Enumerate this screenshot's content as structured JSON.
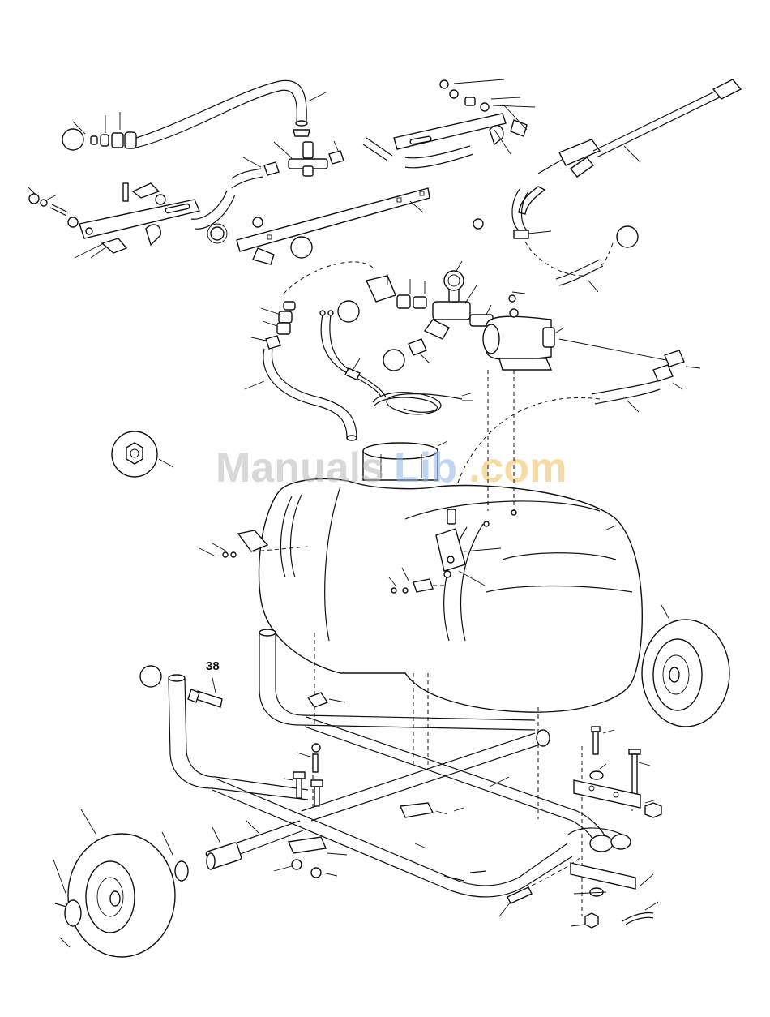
{
  "callout": {
    "part_38": "38"
  },
  "watermark": {
    "part1": "Manuals",
    "part2": "Lib",
    "part3": ".com"
  },
  "colors": {
    "line": "#111111",
    "watermark_gray": "#b9b9b9",
    "watermark_blue": "#8fb7e6",
    "watermark_orange": "#f2c46a"
  }
}
